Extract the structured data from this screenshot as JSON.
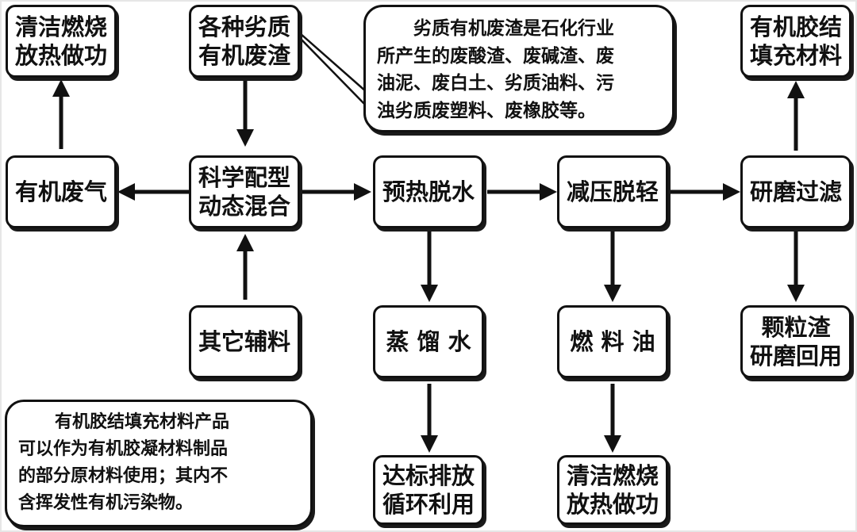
{
  "nodes": {
    "clean_burn_top": {
      "lines": [
        "清洁燃烧",
        "放热做功"
      ]
    },
    "raw_waste": {
      "lines": [
        "各种劣质",
        "有机废渣"
      ]
    },
    "adhesive_filler": {
      "lines": [
        "有机胶结",
        "填充材料"
      ]
    },
    "organic_gas": {
      "lines": [
        "有机废气"
      ]
    },
    "mixing": {
      "lines": [
        "科学配型",
        "动态混合"
      ]
    },
    "preheat": {
      "lines": [
        "预热脱水"
      ]
    },
    "decompress": {
      "lines": [
        "减压脱轻"
      ]
    },
    "grind_filter": {
      "lines": [
        "研磨过滤"
      ]
    },
    "other_aux": {
      "lines": [
        "其它辅料"
      ]
    },
    "distilled_water": {
      "lines": [
        "蒸 馏 水"
      ]
    },
    "fuel_oil": {
      "lines": [
        "燃 料 油"
      ]
    },
    "particle_slag": {
      "lines": [
        "颗粒渣",
        "研磨回用"
      ]
    },
    "discharge": {
      "lines": [
        "达标排放",
        "循环利用"
      ]
    },
    "clean_burn_bottom": {
      "lines": [
        "清洁燃烧",
        "放热做功"
      ]
    }
  },
  "notes": {
    "top": {
      "lines": [
        "劣质有机废渣是石化行业",
        "所产生的废酸渣、废碱渣、废",
        "油泥、废白土、劣质油料、污",
        "浊劣质废塑料、废橡胶等。"
      ]
    },
    "bottom": {
      "lines": [
        "有机胶结填充材料产品",
        "可以作为有机胶凝材料制品",
        "的部分原材料使用；其内不",
        "含挥发性有机污染物。"
      ]
    }
  }
}
